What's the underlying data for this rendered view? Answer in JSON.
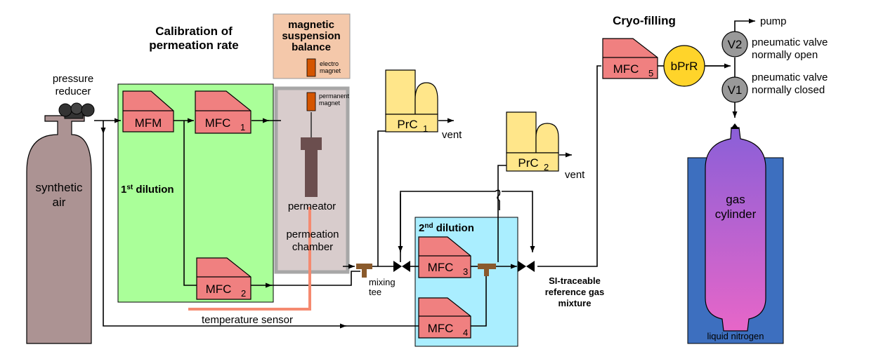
{
  "titles": {
    "calibration": "Calibration of",
    "calibration_2": "permeation rate",
    "cryo": "Cryo-filling"
  },
  "labels": {
    "pressure_reducer": "pressure",
    "pressure_reducer_2": "reducer",
    "synthetic_air": "synthetic",
    "synthetic_air_2": "air",
    "first_dilution_num": "1",
    "first_dilution_sup": "st",
    "first_dilution_text": " dilution",
    "second_dilution_num": "2",
    "second_dilution_sup": "nd",
    "second_dilution_text": " dilution",
    "msb": "magnetic",
    "msb_2": "suspension",
    "msb_3": "balance",
    "electro": "electro",
    "electro_2": "magnet",
    "permanent": "permanent",
    "permanent_2": "magnet",
    "permeator": "permeator",
    "chamber": "permeation",
    "chamber_2": "chamber",
    "mixing": "mixing",
    "mixing_2": "tee",
    "temperature_sensor": "temperature sensor",
    "vent_1": "vent",
    "vent_2": "vent",
    "si_1": "SI-traceable",
    "si_2": "reference gas",
    "si_3": "mixture",
    "pump": "pump",
    "pv_open": "pneumatic valve",
    "pv_open_2": "normally open",
    "pv_closed": "pneumatic valve",
    "pv_closed_2": "normally closed",
    "gas_cylinder": "gas",
    "gas_cylinder_2": "cylinder",
    "liquid_nitrogen": "liquid nitrogen"
  },
  "devices": {
    "mfm": "MFM",
    "mfc1": "MFC",
    "mfc1_sub": "1",
    "mfc2": "MFC",
    "mfc2_sub": "2",
    "mfc3": "MFC",
    "mfc3_sub": "3",
    "mfc4": "MFC",
    "mfc4_sub": "4",
    "mfc5": "MFC",
    "mfc5_sub": "5",
    "prc1": "PrC",
    "prc1_sub": "1",
    "prc2": "PrC",
    "prc2_sub": "2",
    "bprr": "bPrR",
    "v1": "V1",
    "v2": "V2"
  },
  "colors": {
    "dilution1_bg": "#aaff99",
    "dilution2_bg": "#aaeeff",
    "msb_bg": "#f4c8aa",
    "chamber_bg": "#d8cccc",
    "chamber_border": "#a7a7a7",
    "mfc_fill": "#f08080",
    "prc_fill": "#ffe68a",
    "bprr_fill": "#ffd42a",
    "valve_fill": "#999999",
    "cylinder_fill": "#ac9393",
    "gas_cyl_top": "#8a5fd8",
    "gas_cyl_bottom": "#e766c8",
    "nitrogen_bg": "#3d6fbf",
    "magnet_fill": "#d45500",
    "permeator_fill": "#6b4e4e",
    "tee_fill": "#8a5a2c",
    "sensor_line": "#f58a70"
  }
}
